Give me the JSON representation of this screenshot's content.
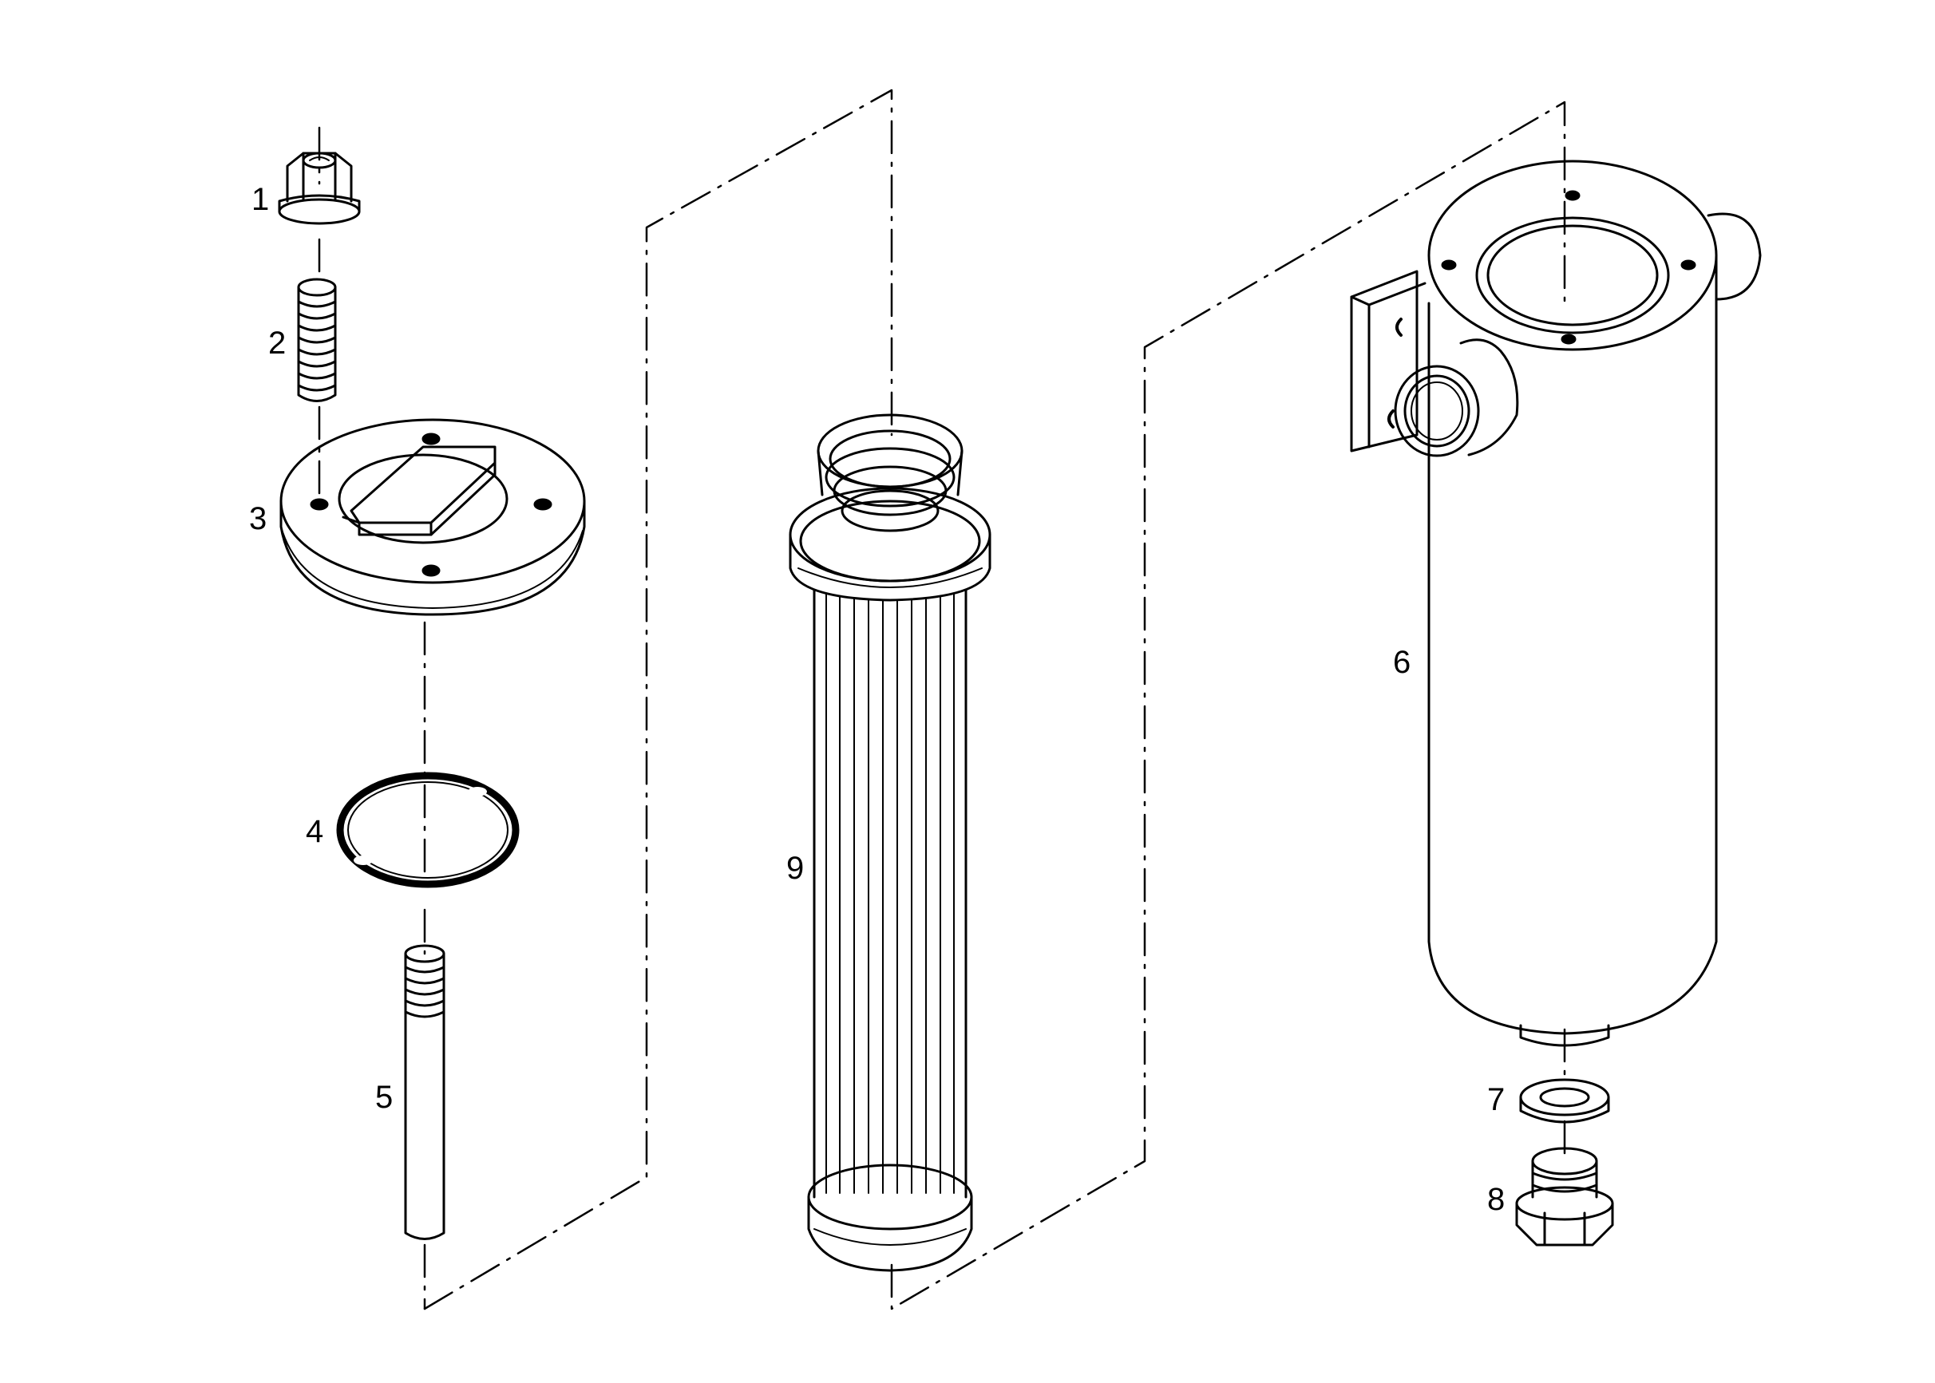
{
  "diagram": {
    "type": "exploded-parts-view",
    "line_color": "#000000",
    "background": "#ffffff",
    "callouts": [
      {
        "number": "1",
        "part": "flange-nut"
      },
      {
        "number": "2",
        "part": "threaded-stud"
      },
      {
        "number": "3",
        "part": "cover-plate"
      },
      {
        "number": "4",
        "part": "o-ring"
      },
      {
        "number": "5",
        "part": "center-rod"
      },
      {
        "number": "6",
        "part": "filter-housing"
      },
      {
        "number": "7",
        "part": "sealing-washer"
      },
      {
        "number": "8",
        "part": "drain-plug"
      },
      {
        "number": "9",
        "part": "filter-element"
      }
    ]
  }
}
